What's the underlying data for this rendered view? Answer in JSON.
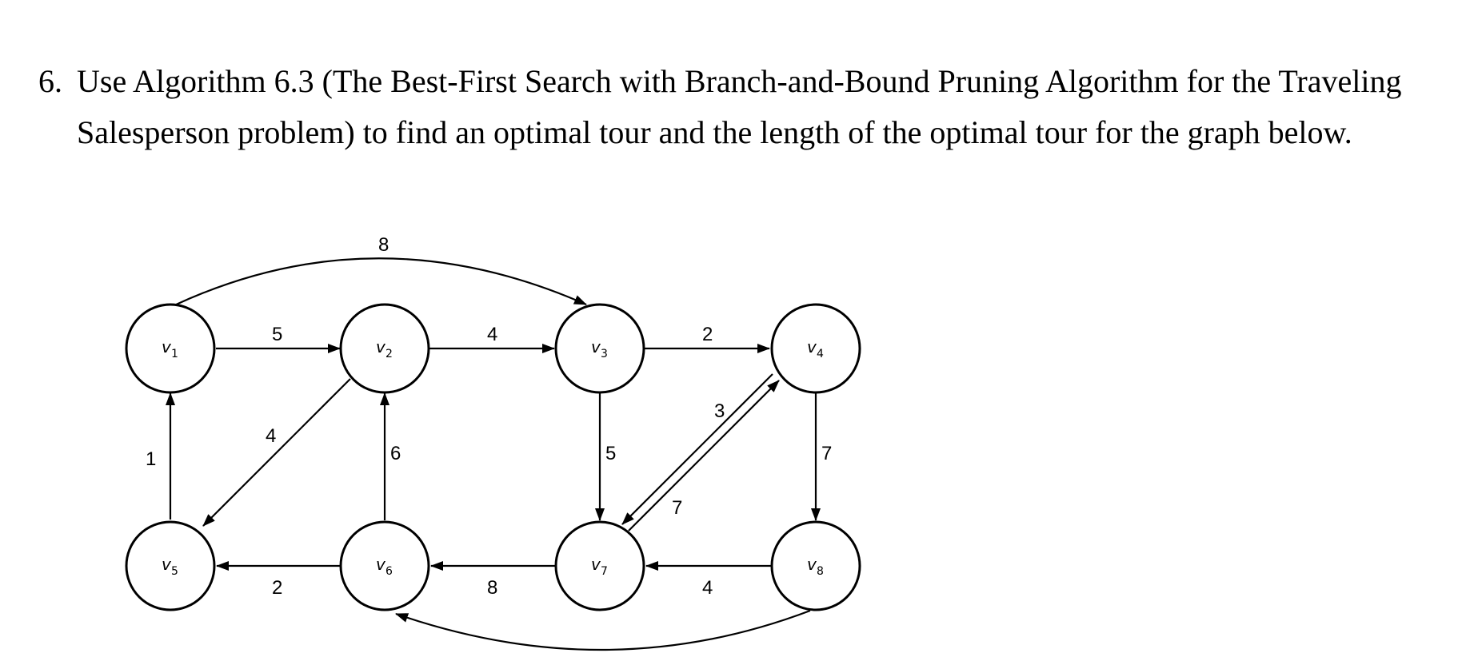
{
  "question": {
    "number": "6.",
    "text": "Use Algorithm 6.3 (The Best-First Search with Branch-and-Bound Pruning Algorithm for the Traveling Salesperson problem) to find an optimal tour and the length of the optimal tour for the graph below."
  },
  "graph": {
    "directed": true,
    "nodes": [
      {
        "id": "v1",
        "label": "v",
        "sub": "1"
      },
      {
        "id": "v2",
        "label": "v",
        "sub": "2"
      },
      {
        "id": "v3",
        "label": "v",
        "sub": "3"
      },
      {
        "id": "v4",
        "label": "v",
        "sub": "4"
      },
      {
        "id": "v5",
        "label": "v",
        "sub": "5"
      },
      {
        "id": "v6",
        "label": "v",
        "sub": "6"
      },
      {
        "id": "v7",
        "label": "v",
        "sub": "7"
      },
      {
        "id": "v8",
        "label": "v",
        "sub": "8"
      }
    ],
    "edges": [
      {
        "from": "v1",
        "to": "v2",
        "weight": "5"
      },
      {
        "from": "v2",
        "to": "v3",
        "weight": "4"
      },
      {
        "from": "v3",
        "to": "v4",
        "weight": "2"
      },
      {
        "from": "v1",
        "to": "v3",
        "weight": "8"
      },
      {
        "from": "v5",
        "to": "v1",
        "weight": "1"
      },
      {
        "from": "v2",
        "to": "v5",
        "weight": "4"
      },
      {
        "from": "v6",
        "to": "v2",
        "weight": "6"
      },
      {
        "from": "v3",
        "to": "v7",
        "weight": "5"
      },
      {
        "from": "v4",
        "to": "v7",
        "weight": "3"
      },
      {
        "from": "v7",
        "to": "v4",
        "weight": "7"
      },
      {
        "from": "v4",
        "to": "v8",
        "weight": "7"
      },
      {
        "from": "v6",
        "to": "v5",
        "weight": "2"
      },
      {
        "from": "v7",
        "to": "v6",
        "weight": "8"
      },
      {
        "from": "v8",
        "to": "v7",
        "weight": "4"
      },
      {
        "from": "v8",
        "to": "v6",
        "weight": ""
      }
    ]
  }
}
